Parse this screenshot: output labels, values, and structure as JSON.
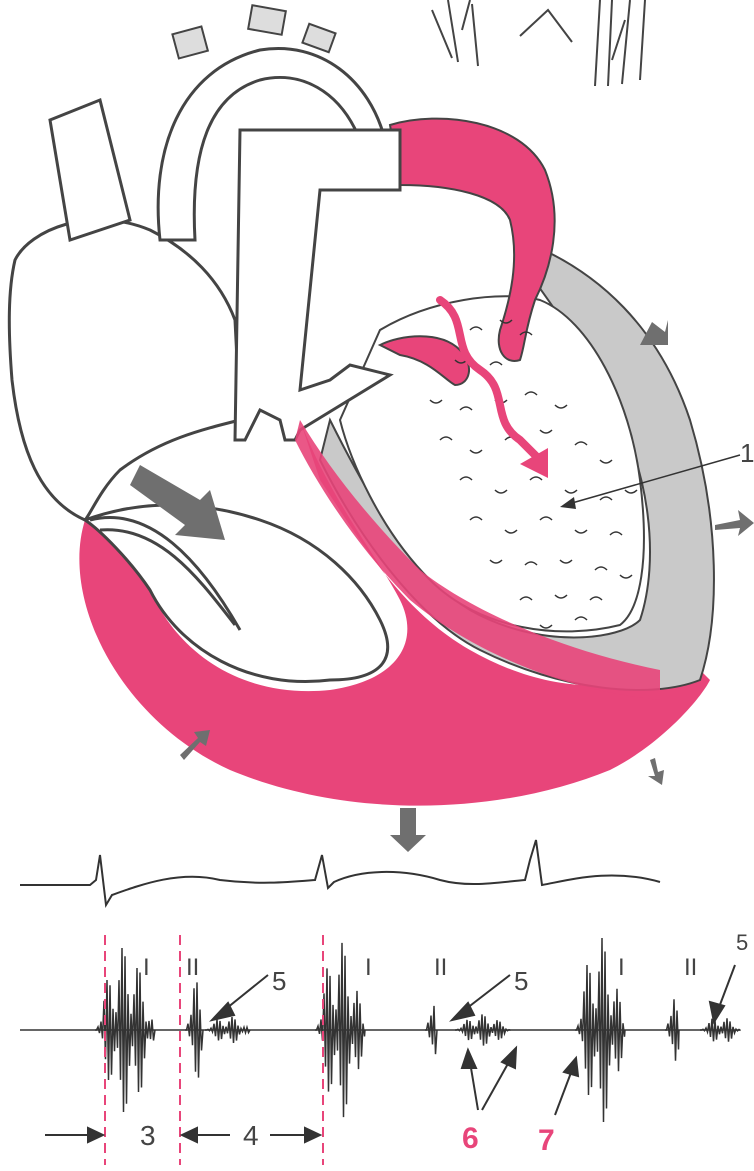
{
  "colors": {
    "background": "#ffffff",
    "outline": "#4a4a4a",
    "myocardium_pink": "#e8457a",
    "wall_gray": "#c9c9c9",
    "arrow_gray": "#6f6f6f",
    "marker_pink": "#e8457a",
    "label_dark": "#444444",
    "label_pink": "#e8457a"
  },
  "labels": {
    "callout_1": "1",
    "callout_3": "3",
    "callout_4": "4",
    "callout_5": "5",
    "callout_6": "6",
    "callout_7": "7",
    "beat1_s1": "I",
    "beat1_s2": "II",
    "beat2_s1": "I",
    "beat2_s2": "II",
    "beat3_s1": "I",
    "beat3_s2": "II"
  },
  "icons": {
    "flow_arrow": "pink-wavy-arrow-icon",
    "dilation_arrow": "gray-outward-arrow-icon",
    "inflow_arrow": "gray-block-arrow-icon"
  }
}
